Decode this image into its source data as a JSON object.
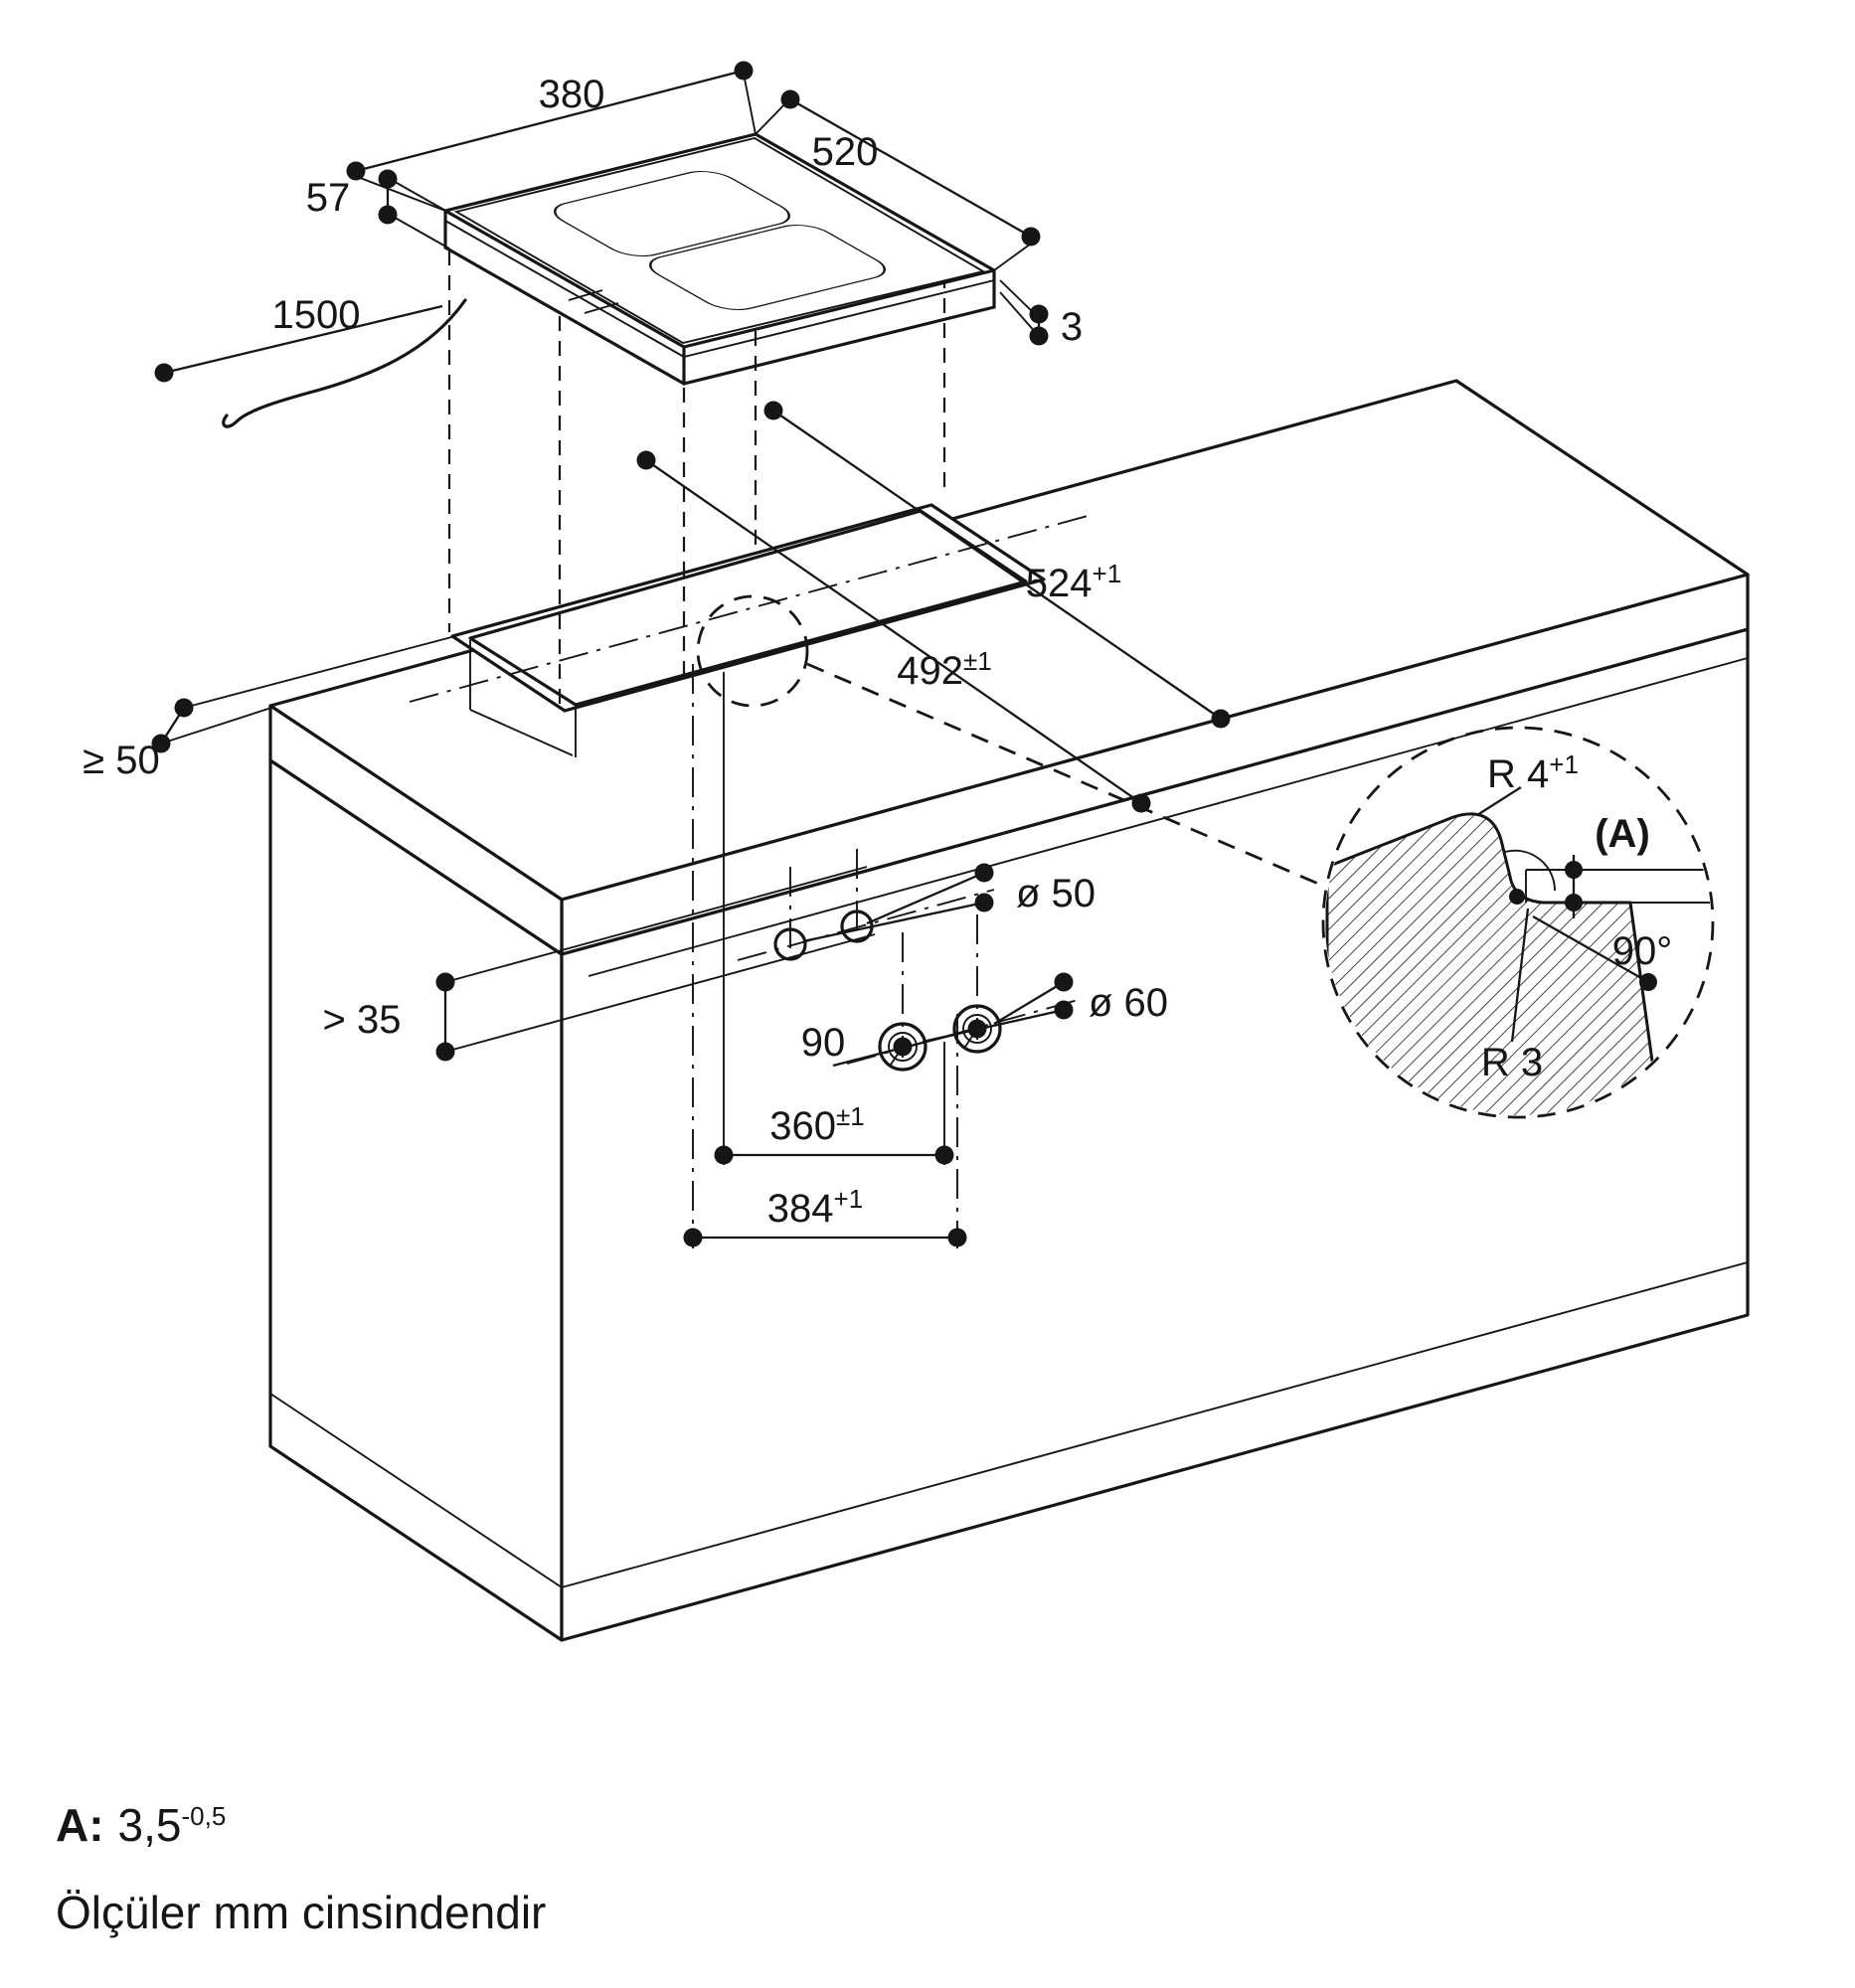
{
  "colors": {
    "line": "#161616",
    "background": "#ffffff"
  },
  "labels": {
    "hob_width": {
      "text": "380"
    },
    "hob_height": {
      "text": "57"
    },
    "hob_depth": {
      "text": "520"
    },
    "cable_length": {
      "text": "1500"
    },
    "glass_thickness": {
      "text": "3"
    },
    "cutout_depth_outer": {
      "text": "524",
      "sup": "+1"
    },
    "cutout_depth_inner": {
      "text": "492",
      "sup": "±1"
    },
    "side_clearance": {
      "text": "≥ 50"
    },
    "front_clearance": {
      "text": "> 35"
    },
    "hole_diameter_small": {
      "text": "ø 50"
    },
    "hole_diameter_knob": {
      "text": "ø 60"
    },
    "knob_spacing": {
      "text": "90"
    },
    "cutout_width_inner": {
      "text": "360",
      "sup": "±1"
    },
    "cutout_width_outer": {
      "text": "384",
      "sup": "+1"
    },
    "radius_top": {
      "text": "R 4",
      "sup": "+1"
    },
    "detail_marker": {
      "text": "(A)"
    },
    "corner_angle": {
      "text": "90°"
    },
    "radius_bottom": {
      "text": "R 3"
    }
  },
  "footnote": {
    "label": "A:",
    "value": "3,5",
    "sup": "-0,5"
  },
  "note": {
    "text": "Ölçüler mm cinsindendir"
  }
}
